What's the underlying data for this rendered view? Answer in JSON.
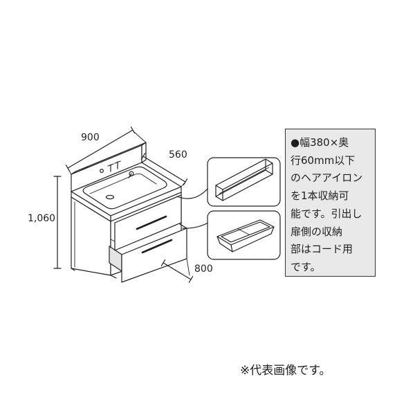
{
  "dimensions": {
    "width": "900",
    "depth": "560",
    "height": "1,060",
    "drawer_depth": "800"
  },
  "note": {
    "lines": [
      "●幅380×奥",
      "行60mm以下",
      "のヘアアイロン",
      "を1本収納可",
      "能です。引出し",
      "扉側の収納",
      "部はコード用",
      "です。"
    ]
  },
  "caption": "※代表画像です。"
}
